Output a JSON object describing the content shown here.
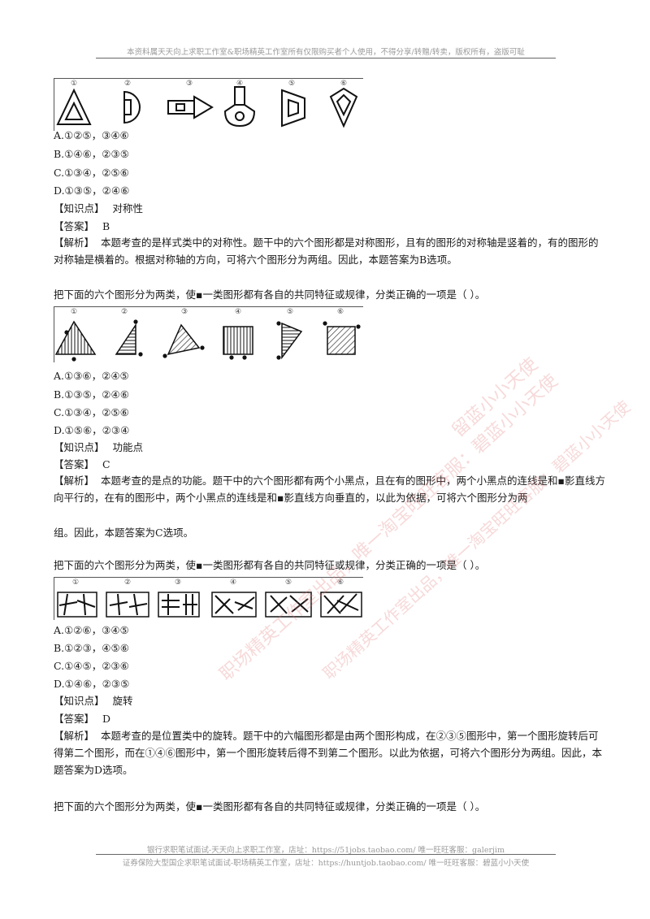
{
  "header": {
    "note": "本资料属天天向上求职工作室&职场精英工作室所有仅限购买者个人使用，不得分享/转赠/转卖，版权所有，盗版可耻"
  },
  "q1": {
    "figure_labels": [
      "①",
      "②",
      "③",
      "④",
      "⑤",
      "⑥"
    ],
    "options": [
      "A.①②⑤，③④⑥",
      "B.①④⑥，②③⑤",
      "C.①③④，②⑤⑥",
      "D.①③⑤，②④⑥"
    ],
    "knowledge_label": "【知识点】",
    "knowledge": "对称性",
    "answer_label": "【答案】",
    "answer": "B",
    "analysis_label": "【解析】",
    "analysis": "本题考查的是样式类中的对称性。题干中的六个图形都是对称图形，且有的图形的对称轴是竖着的，有的图形的对称轴是横着的。根据对称轴的方向，可将六个图形分为两组。因此，本题答案为B选项。"
  },
  "q2": {
    "stem": "把下面的六个图形分为两类，使▪一类图形都有各自的共同特征或规律，分类正确的一项是（ ）。",
    "figure_labels": [
      "①",
      "②",
      "③",
      "④",
      "⑤",
      "⑥"
    ],
    "options": [
      "A.①③⑥，②④⑤",
      "B.①③⑤，②④⑥",
      "C.①③④，②⑤⑥",
      "D.①⑤⑥，②③④"
    ],
    "knowledge_label": "【知识点】",
    "knowledge": "功能点",
    "answer_label": "【答案】",
    "answer": "C",
    "analysis_label": "【解析】",
    "analysis_1": "本题考查的是点的功能。题干中的六个图形都有两个小黑点，且在有的图形中，两个小黑点的连线是和▪影直线方向平行的，在有的图形中，两个小黑点的连线是和▪影直线方向垂直的，以此为依据，可将六个图形分为两",
    "analysis_2": "组。因此，本题答案为C选项。"
  },
  "q3": {
    "stem": "把下面的六个图形分为两类，使▪一类图形都有各自的共同特征或规律，分类正确的一项是（ ）。",
    "figure_labels": [
      "①",
      "②",
      "③",
      "④",
      "⑤",
      "⑥"
    ],
    "options": [
      "A.①②⑥，③④⑤",
      "B.①②③，④⑤⑥",
      "C.①④⑤，②③⑥",
      "D.①④⑥，②③⑤"
    ],
    "knowledge_label": "【知识点】",
    "knowledge": "旋转",
    "answer_label": "【答案】",
    "answer": "D",
    "analysis_label": "【解析】",
    "analysis": "本题考查的是位置类中的旋转。题干中的六幅图形都是由两个图形构成，在②③⑤图形中，第一个图形旋转后可得第二个图形，而在①④⑥图形中，第一个图形旋转后得不到第二个图形。以此为依据，可将六个图形分为两组。因此，本题答案为D选项。"
  },
  "q4": {
    "stem": "把下面的六个图形分为两类，使▪一类图形都有各自的共同特征或规律，分类正确的一项是（ ）。"
  },
  "footer": {
    "line1": "银行求职笔试面试-天天向上求职工作室，店址：https://51jobs.taobao.com/ 唯一旺旺客服：galerjim",
    "line2": "证券保险大型国企求职笔试面试-职场精英工作室，店址：https://huntjob.taobao.com/ 唯一旺旺客服：碧蓝小小天使"
  },
  "watermarks": [
    "留蓝小小天使",
    "职场精英工作室出品，唯一淘宝旺旺客服：碧蓝小小天使",
    "职场精英工作室出品，唯一淘宝旺旺客服：碧蓝小小天使"
  ]
}
